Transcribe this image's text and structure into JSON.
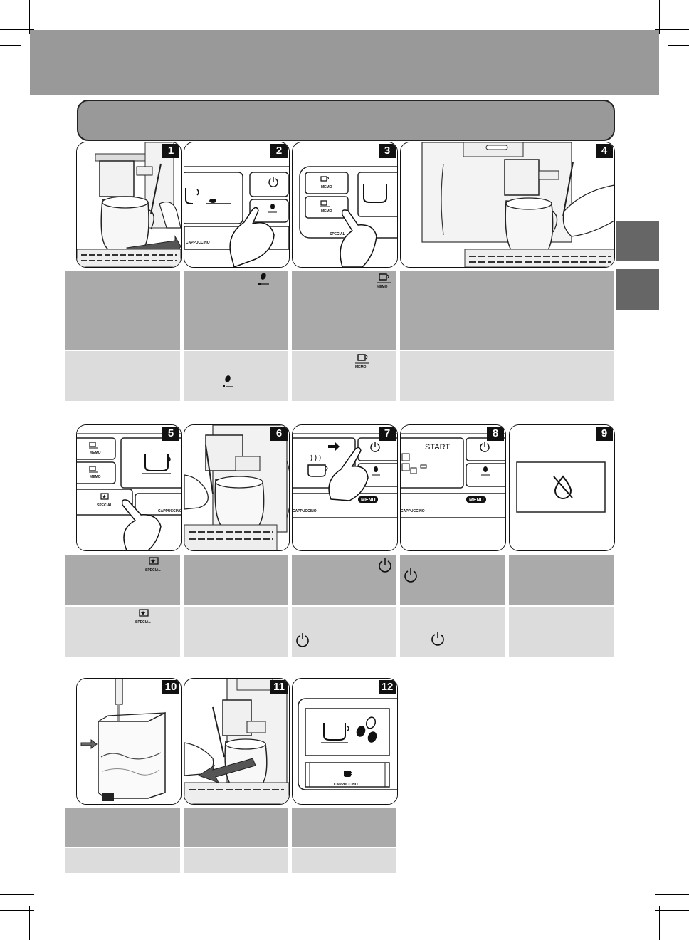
{
  "steps": [
    {
      "number": "1"
    },
    {
      "number": "2"
    },
    {
      "number": "3"
    },
    {
      "number": "4"
    },
    {
      "number": "5"
    },
    {
      "number": "6"
    },
    {
      "number": "7"
    },
    {
      "number": "8"
    },
    {
      "number": "9"
    },
    {
      "number": "10"
    },
    {
      "number": "11"
    },
    {
      "number": "12"
    }
  ],
  "labels": {
    "menu": "MENU",
    "memo": "MEMO",
    "special": "SPECIAL",
    "cappuccino": "CAPPUCCINO",
    "start": "START"
  },
  "colors": {
    "header_band": "#999999",
    "side_tab": "#666666",
    "text_band_dark": "#aaaaaa",
    "text_band_light": "#dcdcdc"
  },
  "icons": [
    "power-icon",
    "coffee-bean-icon",
    "memo-cup-icon",
    "special-star-cup-icon",
    "no-water-drop-icon",
    "cappuccino-cup-icon"
  ]
}
